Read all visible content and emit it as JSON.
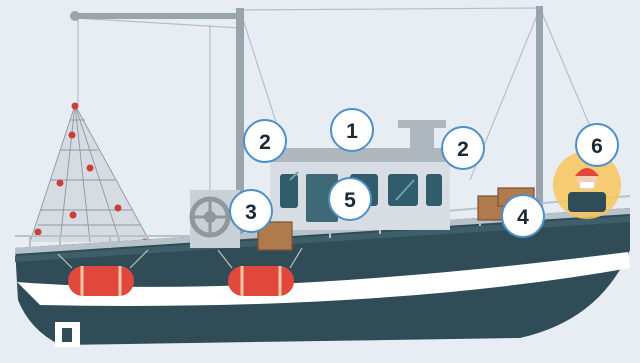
{
  "markers": [
    {
      "id": "1",
      "label": "1"
    },
    {
      "id": "2a",
      "label": "2"
    },
    {
      "id": "2b",
      "label": "2"
    },
    {
      "id": "3",
      "label": "3"
    },
    {
      "id": "4",
      "label": "4"
    },
    {
      "id": "5",
      "label": "5"
    },
    {
      "id": "6",
      "label": "6"
    }
  ],
  "colors": {
    "background": "#e8edf4",
    "hull_dark": "#2f4c57",
    "hull_stripe": "#ffffff",
    "deck_line": "#b8c2c9",
    "cabin": "#d7dde2",
    "window": "#2f5d6b",
    "mast": "#9aa4ac",
    "net": "#9aa3ab",
    "float_red": "#e2473d",
    "crate": "#b07a4f",
    "badge_stroke": "#4d8fc9"
  }
}
